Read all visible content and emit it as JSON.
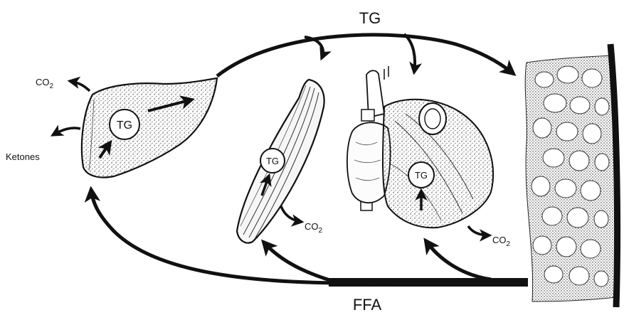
{
  "title_top": "TG",
  "title_bottom": "FFA",
  "liver": {
    "inner_label": "TG",
    "co2_label": "CO",
    "co2_subscript": "2",
    "ketones_label": "Ketones"
  },
  "muscle": {
    "inner_label": "TG",
    "co2_label": "CO",
    "co2_subscript": "2"
  },
  "heart": {
    "inner_label": "TG",
    "co2_label": "CO",
    "co2_subscript": "2"
  }
}
